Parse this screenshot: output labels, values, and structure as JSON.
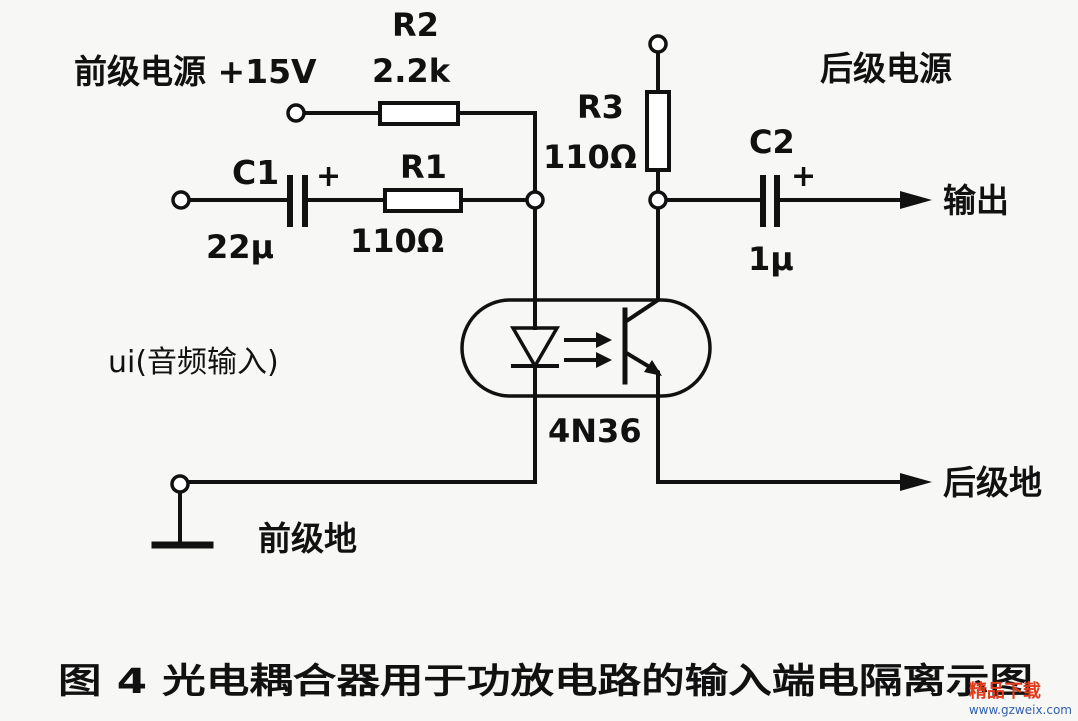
{
  "labels": {
    "front_power": "前级电源 +15V",
    "rear_power": "后级电源",
    "r2_name": "R2",
    "r2_value": "2.2k",
    "r3_name": "R3",
    "r3_value": "110Ω",
    "c1_name": "C1",
    "c1_value": "22μ",
    "c1_polarity": "+",
    "r1_name": "R1",
    "r1_value": "110Ω",
    "c2_name": "C2",
    "c2_value": "1μ",
    "c2_polarity": "+",
    "output": "输出",
    "input": "ui(音频输入)",
    "device": "4N36",
    "rear_ground": "后级地",
    "front_ground": "前级地"
  },
  "caption": "图 4 光电耦合器用于功放电路的输入端电隔离示图",
  "watermark": {
    "title": "精品下载",
    "url": "www.gzweix.com"
  }
}
